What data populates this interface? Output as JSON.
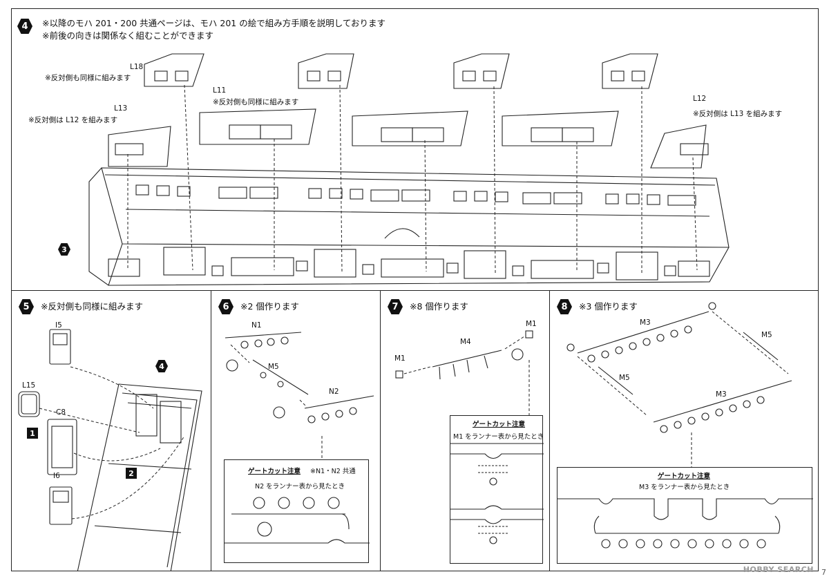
{
  "step4": {
    "badge": "4",
    "note_line1": "※以降のモハ 201・200 共通ページは、モハ 201 の絵で組み方手順を説明しております",
    "note_line2": "※前後の向きは関係なく組むことができます",
    "ref_badge": "3",
    "parts": [
      {
        "label": "L18",
        "note": "※反対側も同様に組みます"
      },
      {
        "label": "L11",
        "note": "※反対側も同様に組みます"
      },
      {
        "label": "L13",
        "note": "※反対側は L12 を組みます"
      },
      {
        "label": "L12",
        "note": "※反対側は L13 を組みます"
      }
    ]
  },
  "step5": {
    "badge": "5",
    "note": "※反対側も同様に組みます",
    "ref_badge": "4",
    "parts": [
      "I5",
      "L15",
      "C8",
      "I6"
    ],
    "seq": [
      "1",
      "2"
    ]
  },
  "step6": {
    "badge": "6",
    "note": "※2 個作ります",
    "parts": [
      "N1",
      "M5",
      "N2"
    ],
    "gate": {
      "title": "ゲートカット注意",
      "shared": "※N1・N2 共通",
      "caption": "N2 をランナー表から見たとき"
    }
  },
  "step7": {
    "badge": "7",
    "note": "※8 個作ります",
    "parts": [
      "M1",
      "M4",
      "M1"
    ],
    "gate": {
      "title": "ゲートカット注意",
      "caption": "M1 をランナー表から見たとき"
    }
  },
  "step8": {
    "badge": "8",
    "note": "※3 個作ります",
    "parts": [
      "M3",
      "M5",
      "M5",
      "M3"
    ],
    "gate": {
      "title": "ゲートカット注意",
      "caption": "M3 をランナー表から見たとき"
    }
  },
  "footer": {
    "logo": "HOBBY SEARCH",
    "page_number": "7"
  }
}
